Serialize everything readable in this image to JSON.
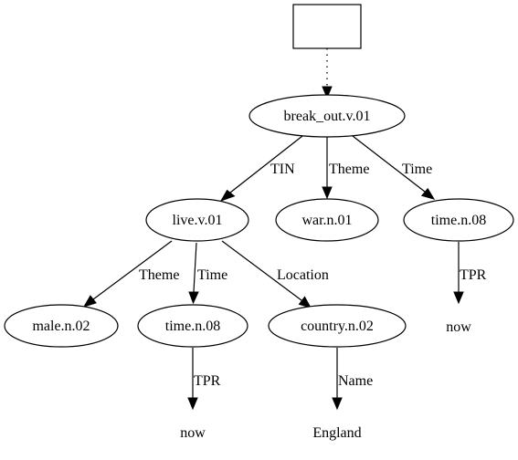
{
  "nodes": {
    "root": "",
    "break_out": "break_out.v.01",
    "live": "live.v.01",
    "war": "war.n.01",
    "time_top": "time.n.08",
    "male": "male.n.02",
    "time_mid": "time.n.08",
    "country": "country.n.02",
    "now_top": "now",
    "now_bottom": "now",
    "england": "England"
  },
  "edges": {
    "tin": "TIN",
    "theme_top": "Theme",
    "time_top": "Time",
    "theme_mid": "Theme",
    "time_mid": "Time",
    "location": "Location",
    "tpr_top": "TPR",
    "tpr_bottom": "TPR",
    "name": "Name"
  }
}
